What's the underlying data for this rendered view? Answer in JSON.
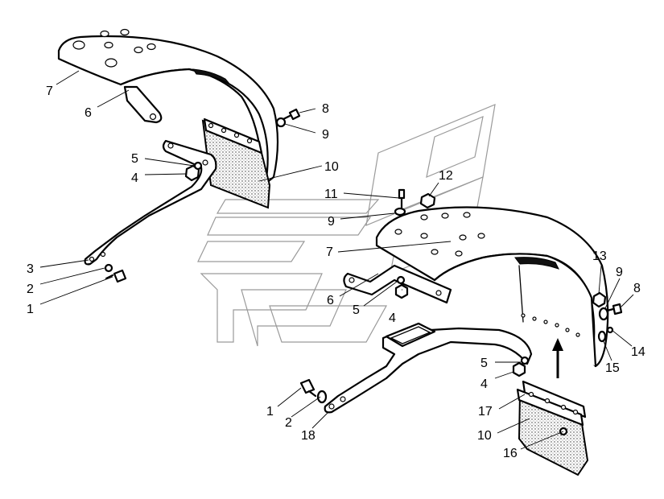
{
  "callouts": [
    {
      "id": "c-7a",
      "text": "7"
    },
    {
      "id": "c-6a",
      "text": "6"
    },
    {
      "id": "c-8a",
      "text": "8"
    },
    {
      "id": "c-9a",
      "text": "9"
    },
    {
      "id": "c-5a",
      "text": "5"
    },
    {
      "id": "c-4a",
      "text": "4"
    },
    {
      "id": "c-10a",
      "text": "10"
    },
    {
      "id": "c-3a",
      "text": "3"
    },
    {
      "id": "c-2a",
      "text": "2"
    },
    {
      "id": "c-1a",
      "text": "1"
    },
    {
      "id": "c-12",
      "text": "12"
    },
    {
      "id": "c-11",
      "text": "11"
    },
    {
      "id": "c-9b",
      "text": "9"
    },
    {
      "id": "c-7b",
      "text": "7"
    },
    {
      "id": "c-6b",
      "text": "6"
    },
    {
      "id": "c-5b",
      "text": "5"
    },
    {
      "id": "c-4b",
      "text": "4"
    },
    {
      "id": "c-13",
      "text": "13"
    },
    {
      "id": "c-9c",
      "text": "9"
    },
    {
      "id": "c-8b",
      "text": "8"
    },
    {
      "id": "c-14",
      "text": "14"
    },
    {
      "id": "c-15",
      "text": "15"
    },
    {
      "id": "c-5c",
      "text": "5"
    },
    {
      "id": "c-4c",
      "text": "4"
    },
    {
      "id": "c-1b",
      "text": "1"
    },
    {
      "id": "c-2b",
      "text": "2"
    },
    {
      "id": "c-18",
      "text": "18"
    },
    {
      "id": "c-17",
      "text": "17"
    },
    {
      "id": "c-10b",
      "text": "10"
    },
    {
      "id": "c-16",
      "text": "16"
    }
  ],
  "colors": {
    "line": "#000000",
    "background": "#ffffff",
    "watermark": "#9a9a9a"
  },
  "icons": {
    "arrow": "arrow-up-icon"
  }
}
